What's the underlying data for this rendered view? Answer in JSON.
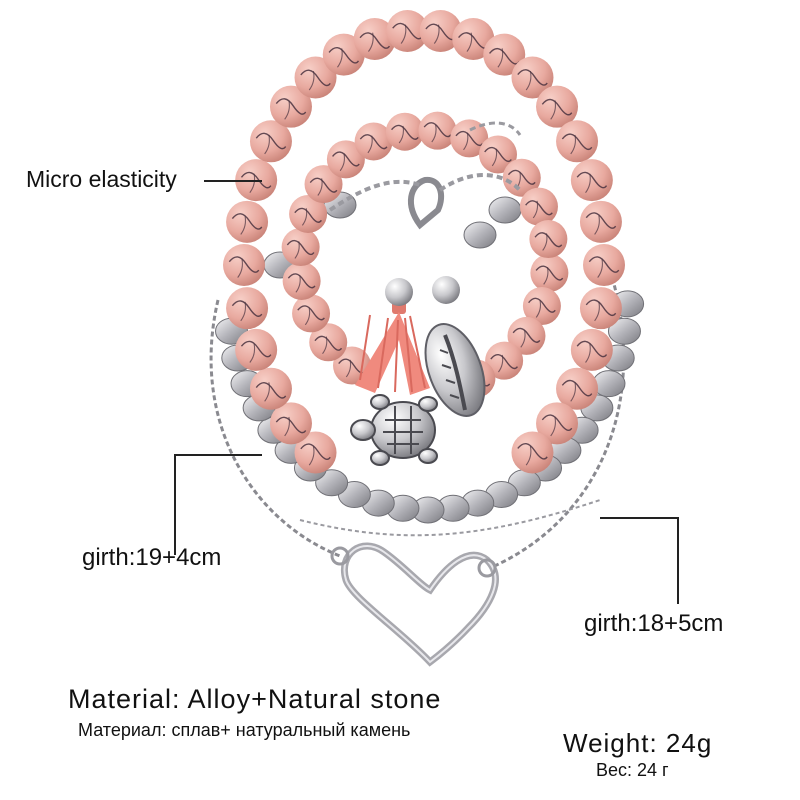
{
  "labels": {
    "elasticity": "Micro elasticity",
    "girth_1": "girth:19+4cm",
    "girth_2": "girth:18+5cm",
    "material_en": "Material: Alloy+Natural stone",
    "material_ru": "Материал: сплав+ натуральный камень",
    "weight_en": "Weight: 24g",
    "weight_ru": "Вес: 24 г"
  },
  "colors": {
    "bead_pink": "#e8a99f",
    "bead_vein": "#4a3340",
    "silver": "#b8b8bc",
    "tassel": "#f08a7e",
    "callout_line": "#222222"
  }
}
